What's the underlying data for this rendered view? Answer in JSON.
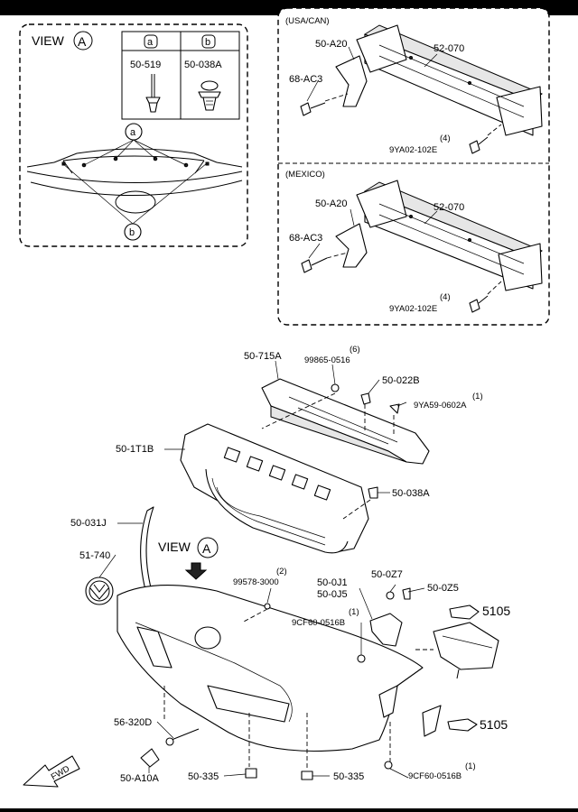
{
  "view_a": {
    "view_word": "VIEW",
    "view_letter": "A",
    "col_a": "a",
    "col_b": "b",
    "part_a": "50-519",
    "part_b": "50-038A",
    "callout_a": "a",
    "callout_b": "b"
  },
  "usa": {
    "title": "(USA/CAN)",
    "bracket": "50-A20",
    "bolt": "68-AC3",
    "beam": "52-070",
    "qty": "(4)",
    "screw": "9YA02-102E"
  },
  "mexico": {
    "title": "(MEXICO)",
    "bracket": "50-A20",
    "bolt": "68-AC3",
    "beam": "52-070",
    "qty": "(4)",
    "screw": "9YA02-102E"
  },
  "main": {
    "absorber": "50-715A",
    "screw_6": "99865-0516",
    "qty_6": "(6)",
    "clip_022": "50-022B",
    "screw_1": "9YA59-0602A",
    "qty_1a": "(1)",
    "grille": "50-1T1B",
    "clip_038": "50-038A",
    "molding": "50-031J",
    "emblem": "51-740",
    "view_word": "VIEW",
    "view_letter": "A",
    "screw_2": "99578-3000",
    "qty_2": "(2)",
    "bracket_j1": "50-0J1",
    "bracket_j5": "50-0J5",
    "nut_z7": "50-0Z7",
    "nut_z5": "50-0Z5",
    "qty_1b": "(1)",
    "screw_9cf_top": "9CF60-0516B",
    "ref_5105_top": "5105",
    "ref_5105_bottom": "5105",
    "tow_hook": "56-320D",
    "tow_cover": "50-A10A",
    "nut_335_left": "50-335",
    "nut_335_right": "50-335",
    "qty_1c": "(1)",
    "screw_9cf_bottom": "9CF60-0516B",
    "fwd": "FWD"
  }
}
